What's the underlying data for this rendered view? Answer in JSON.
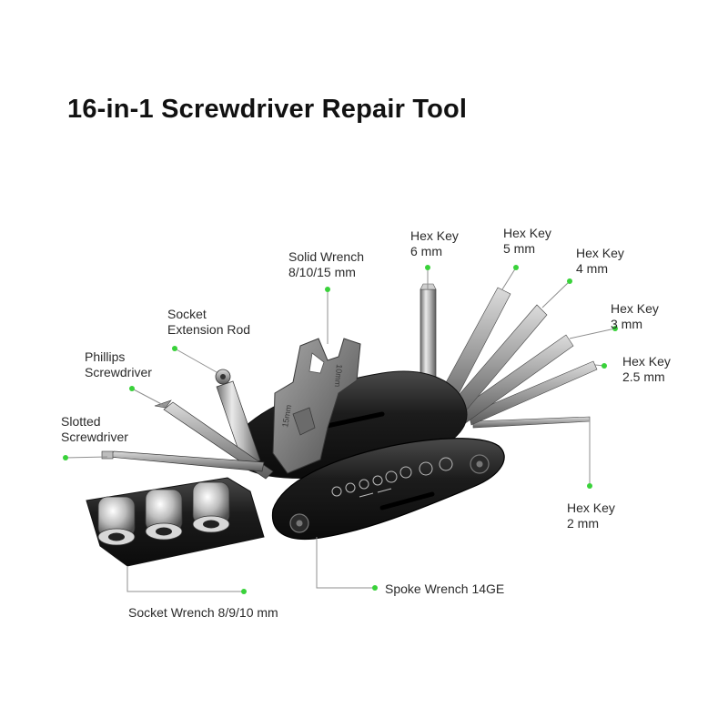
{
  "title": "16-in-1 Screwdriver Repair Tool",
  "accent_color": "#39d23a",
  "leader_color": "#8f8f8f",
  "labels": {
    "hex6": {
      "line1": "Hex Key",
      "line2": "6 mm"
    },
    "hex5": {
      "line1": "Hex Key",
      "line2": "5 mm"
    },
    "hex4": {
      "line1": "Hex Key",
      "line2": "4 mm"
    },
    "hex3": {
      "line1": "Hex Key",
      "line2": "3 mm"
    },
    "hex25": {
      "line1": "Hex Key",
      "line2": "2.5 mm"
    },
    "hex2": {
      "line1": "Hex Key",
      "line2": "2 mm"
    },
    "solid_wrench": {
      "line1": "Solid Wrench",
      "line2": "8/10/15 mm"
    },
    "socket_extension": {
      "line1": "Socket",
      "line2": "Extension Rod"
    },
    "phillips": {
      "line1": "Phillips",
      "line2": "Screwdriver"
    },
    "slotted": {
      "line1": "Slotted",
      "line2": "Screwdriver"
    },
    "spoke_wrench": "Spoke Wrench 14GE",
    "socket_wrench": "Socket Wrench 8/9/10 mm"
  },
  "tool_markings": {
    "wrench_15": "15mm",
    "wrench_10": "10mm"
  }
}
